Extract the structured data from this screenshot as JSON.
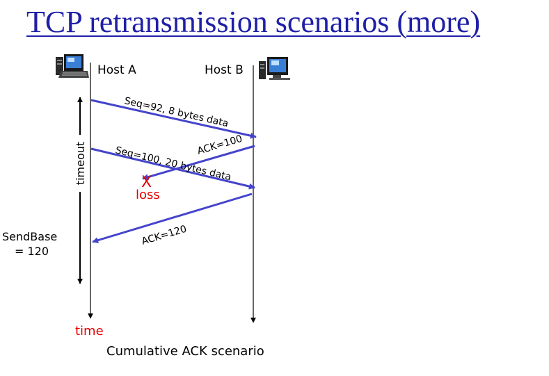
{
  "title": "TCP retransmission scenarios (more)",
  "hosts": {
    "a_label": "Host A",
    "b_label": "Host B"
  },
  "messages": {
    "seq92": "Seq=92, 8 bytes data",
    "ack100": "ACK=100",
    "seq100": "Seq=100, 20 bytes data",
    "ack120": "ACK=120"
  },
  "loss": {
    "mark": "X",
    "label": "loss"
  },
  "timeout_label": "timeout",
  "sendbase": {
    "line1": "SendBase",
    "line2": "= 120"
  },
  "time_label": "time",
  "caption": "Cumulative ACK scenario",
  "colors": {
    "title": "#1f1fa8",
    "arrow": "#4444cc",
    "loss": "#e60000",
    "text": "#000000"
  },
  "icons": {
    "host_a": "computer-icon",
    "host_b": "computer-icon"
  }
}
